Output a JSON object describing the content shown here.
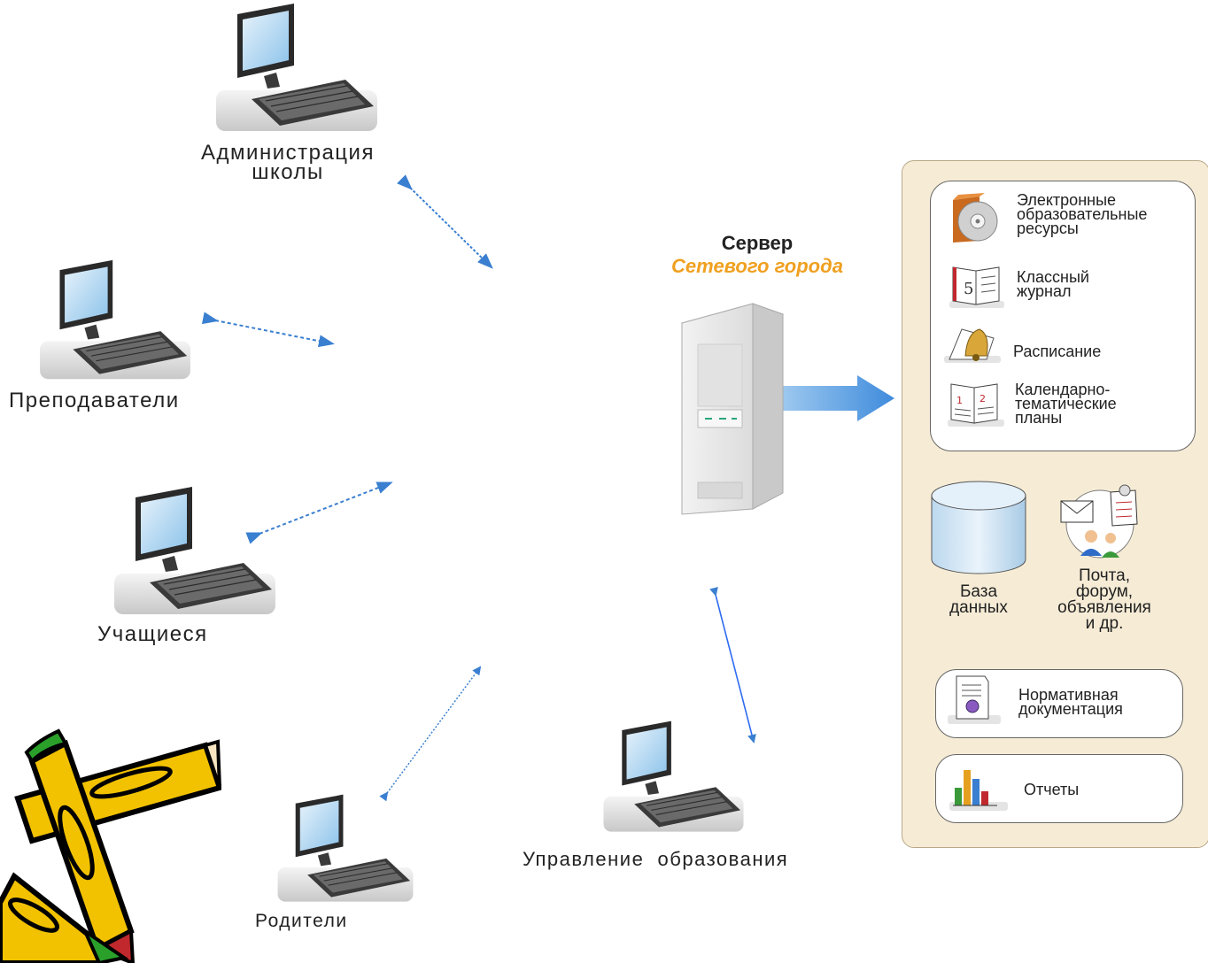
{
  "clients": {
    "admin": "Администрация\nшколы",
    "teachers": "Преподаватели",
    "students": "Учащиеся",
    "parents": "Родители",
    "education_dept": "Управление  образования"
  },
  "server": {
    "title": "Сервер",
    "subtitle": "Сетевого города"
  },
  "resources": {
    "edu_resources": "Электронные\nобразовательные\nресурсы",
    "class_journal": "Классный\nжурнал",
    "schedule": "Расписание",
    "calendar_plans": "Календарно-\nтематические\nпланы",
    "database": "База\nданных",
    "mail": "Почта,\nфорум,\nобъявления\nи др.",
    "normative_docs": "Нормативная\nдокументация",
    "reports": "Отчеты"
  },
  "colors": {
    "arrow": "#3a7fd0",
    "server_accent": "#f0a020",
    "panel_bg": "#f6ecd6"
  }
}
